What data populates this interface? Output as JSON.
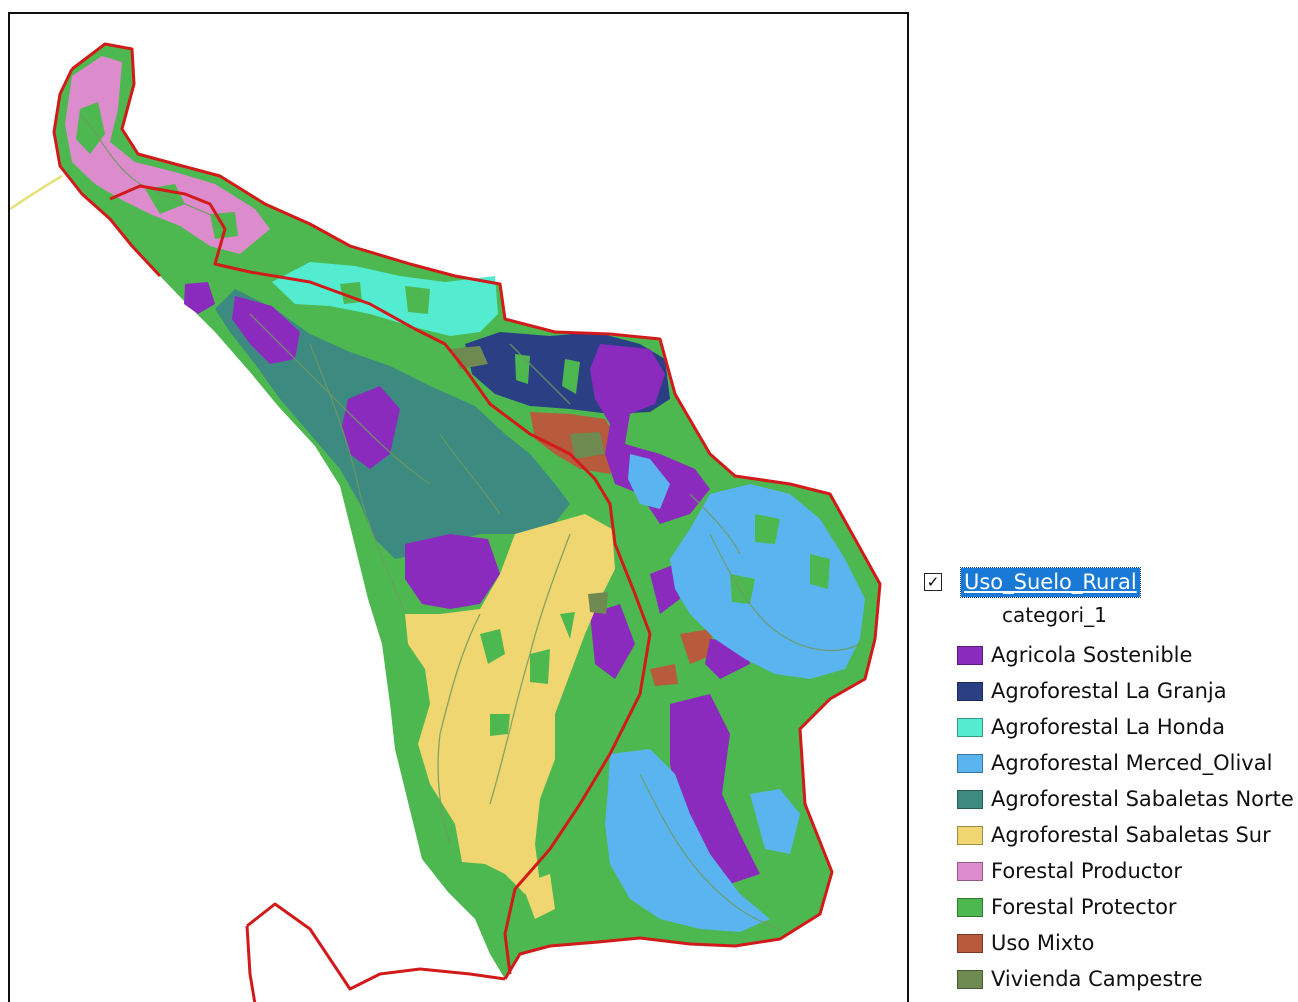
{
  "toc": {
    "layer_checked": "✓",
    "layer_name": "Uso_Suelo_Rural",
    "field_name": "categori_1",
    "legend": [
      {
        "label": "Agricola Sostenible",
        "color": "#8a2bbd"
      },
      {
        "label": "Agroforestal La Granja",
        "color": "#2b3f85"
      },
      {
        "label": "Agroforestal La Honda",
        "color": "#53ecd0"
      },
      {
        "label": "Agroforestal Merced_Olival",
        "color": "#5ab4f0"
      },
      {
        "label": "Agroforestal Sabaletas Norte",
        "color": "#3d8a80"
      },
      {
        "label": "Agroforestal Sabaletas Sur",
        "color": "#f0d670"
      },
      {
        "label": "Forestal Productor",
        "color": "#dc8ccc"
      },
      {
        "label": "Forestal Protector",
        "color": "#4db84f"
      },
      {
        "label": "Uso Mixto",
        "color": "#b85a3c"
      },
      {
        "label": "Vivienda Campestre",
        "color": "#6e8a50"
      }
    ]
  },
  "map": {
    "boundary_color": "#d11a1a",
    "road_color": "#e6e27a",
    "line_color": "#6e9a62"
  }
}
